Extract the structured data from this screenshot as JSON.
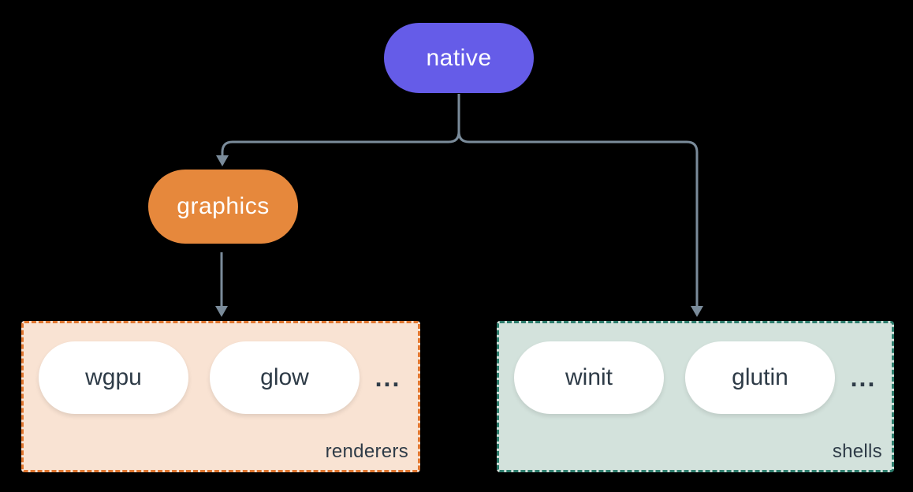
{
  "diagram": {
    "background": "#000000",
    "connector_color": "#7a8b9a",
    "item_text_color": "#2e3b47",
    "nodes": {
      "native": {
        "label": "native",
        "color": "#655ce8",
        "text_color": "#ffffff"
      },
      "graphics": {
        "label": "graphics",
        "color": "#e6883c",
        "text_color": "#ffffff"
      }
    },
    "groups": {
      "renderers": {
        "label": "renderers",
        "fill": "#f9e3d3",
        "border_color": "#e0762f",
        "items": [
          {
            "label": "wgpu"
          },
          {
            "label": "glow"
          }
        ],
        "ellipsis": "..."
      },
      "shells": {
        "label": "shells",
        "fill": "#d3e2dc",
        "border_color": "#2d7d6d",
        "items": [
          {
            "label": "winit"
          },
          {
            "label": "glutin"
          }
        ],
        "ellipsis": "..."
      }
    },
    "edges": [
      {
        "from": "native",
        "to": "graphics"
      },
      {
        "from": "native",
        "to": "shells"
      },
      {
        "from": "graphics",
        "to": "renderers"
      }
    ]
  }
}
